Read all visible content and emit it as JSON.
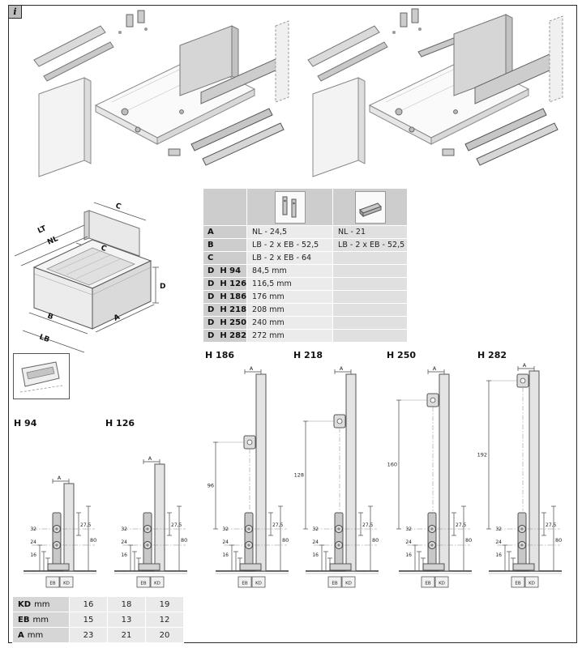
{
  "page": {
    "info_label": "i"
  },
  "drawer_diagram": {
    "labels": {
      "lt": "LT",
      "nl": "NL",
      "c_back": "C",
      "c_inner": "C",
      "b": "B",
      "a": "A",
      "lb": "LB",
      "d": "D"
    }
  },
  "spec_table": {
    "header_icons": [
      "front-bracket-icon",
      "inner-front-panel-icon"
    ],
    "rows": [
      {
        "label": "A",
        "sub": "",
        "col1": "NL - 24,5",
        "col2": "NL - 21"
      },
      {
        "label": "B",
        "sub": "",
        "col1": "LB - 2 x EB - 52,5",
        "col2": "LB - 2 x EB - 52,5"
      },
      {
        "label": "C",
        "sub": "",
        "col1": "LB - 2 x EB - 64",
        "col2": ""
      },
      {
        "label": "D",
        "sub": "H 94",
        "col1": "84,5 mm",
        "col2": ""
      },
      {
        "label": "D",
        "sub": "H 126",
        "col1": "116,5 mm",
        "col2": ""
      },
      {
        "label": "D",
        "sub": "H 186",
        "col1": "176 mm",
        "col2": ""
      },
      {
        "label": "D",
        "sub": "H 218",
        "col1": "208 mm",
        "col2": ""
      },
      {
        "label": "D",
        "sub": "H 250",
        "col1": "240 mm",
        "col2": ""
      },
      {
        "label": "D",
        "sub": "H 282",
        "col1": "272 mm",
        "col2": ""
      }
    ]
  },
  "sections": [
    {
      "title": "H 94",
      "top_dim": "A",
      "inner_dim": "",
      "left_dims": [
        "32",
        "24",
        "16"
      ],
      "right_dims": [
        "27,5",
        "80"
      ],
      "floor_labels": [
        "EB",
        "KD"
      ]
    },
    {
      "title": "H 126",
      "top_dim": "A",
      "inner_dim": "",
      "left_dims": [
        "32",
        "24",
        "16"
      ],
      "right_dims": [
        "27,5",
        "80"
      ],
      "floor_labels": [
        "EB",
        "KD"
      ]
    },
    {
      "title": "H 186",
      "top_dim": "A",
      "inner_dim": "96",
      "left_dims": [
        "32",
        "24",
        "16"
      ],
      "right_dims": [
        "27,5",
        "80"
      ],
      "floor_labels": [
        "EB",
        "KD"
      ]
    },
    {
      "title": "H 218",
      "top_dim": "A",
      "inner_dim": "128",
      "left_dims": [
        "32",
        "24",
        "16"
      ],
      "right_dims": [
        "27,5",
        "80"
      ],
      "floor_labels": [
        "EB",
        "KD"
      ]
    },
    {
      "title": "H 250",
      "top_dim": "A",
      "inner_dim": "160",
      "left_dims": [
        "32",
        "24",
        "16"
      ],
      "right_dims": [
        "27,5",
        "80"
      ],
      "floor_labels": [
        "EB",
        "KD"
      ]
    },
    {
      "title": "H 282",
      "top_dim": "A",
      "inner_dim": "192",
      "left_dims": [
        "32",
        "24",
        "16"
      ],
      "right_dims": [
        "27,5",
        "80"
      ],
      "floor_labels": [
        "EB",
        "KD"
      ]
    }
  ],
  "bottom_table": {
    "rows": [
      {
        "label": "KD",
        "unit": "mm",
        "values": [
          "16",
          "18",
          "19"
        ]
      },
      {
        "label": "EB",
        "unit": "mm",
        "values": [
          "15",
          "13",
          "12"
        ]
      },
      {
        "label": "A",
        "unit": "mm",
        "values": [
          "23",
          "21",
          "20"
        ]
      }
    ]
  }
}
